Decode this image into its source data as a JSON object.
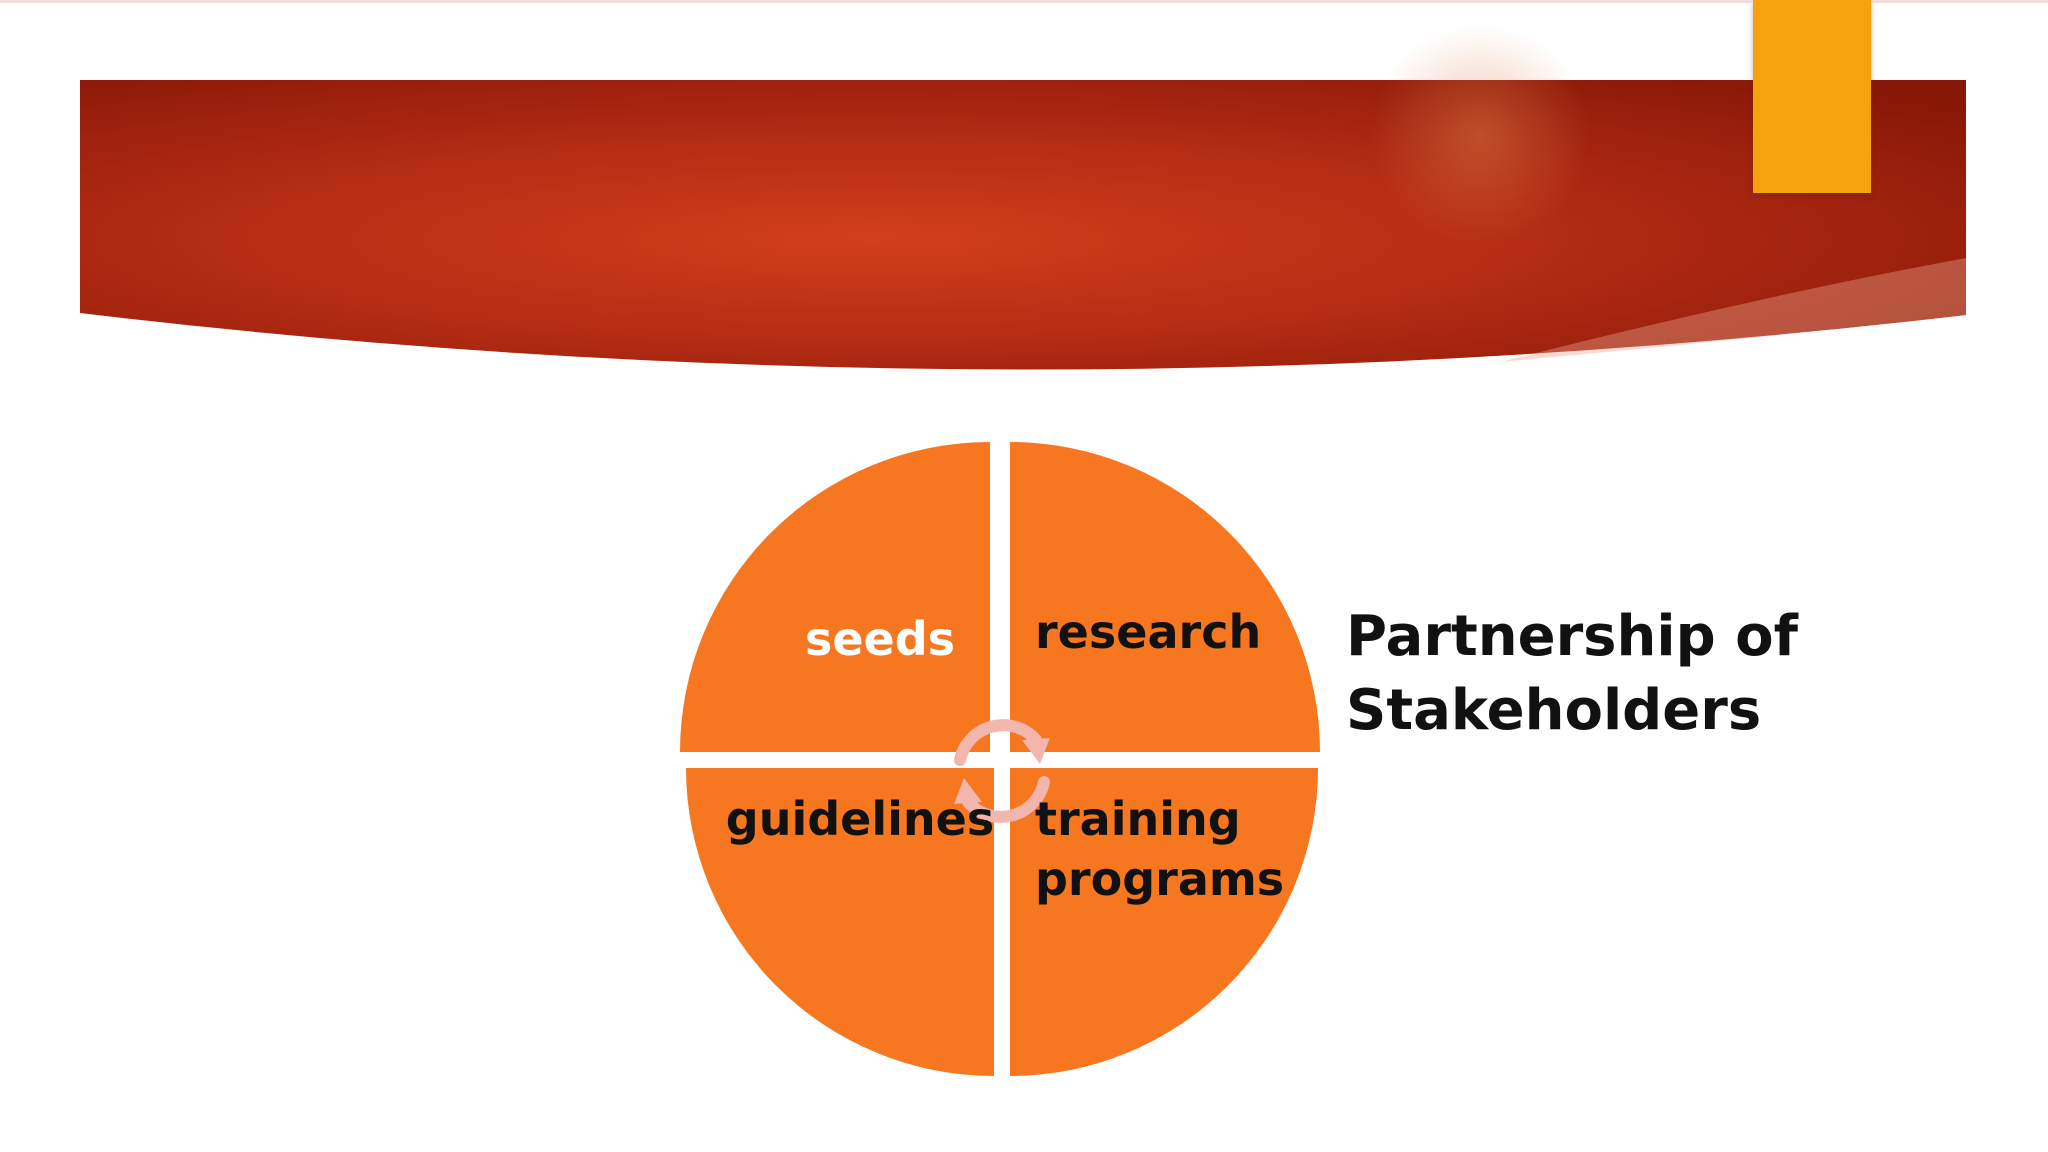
{
  "banner": {
    "heading_line_1": "",
    "heading_line_2": ""
  },
  "diagram": {
    "quadrants": [
      {
        "label_lines": [
          "seeds"
        ],
        "text_color": "#ffffff"
      },
      {
        "label_lines": [
          "research"
        ],
        "text_color": "#111111"
      },
      {
        "label_lines": [
          "guidelines"
        ],
        "text_color": "#111111"
      },
      {
        "label_lines": [
          "training",
          "programs"
        ],
        "text_color": "#111111"
      }
    ],
    "fill_color": "#f77721",
    "cycle_arrow_color": "#f3b6ad",
    "title_lines": [
      "Partnership of",
      "Stakeholders"
    ]
  },
  "colors": {
    "banner_dark": "#8e1a08",
    "banner_mid": "#cc3a1a",
    "accent": "#f4a30c",
    "background": "#ffffff"
  }
}
